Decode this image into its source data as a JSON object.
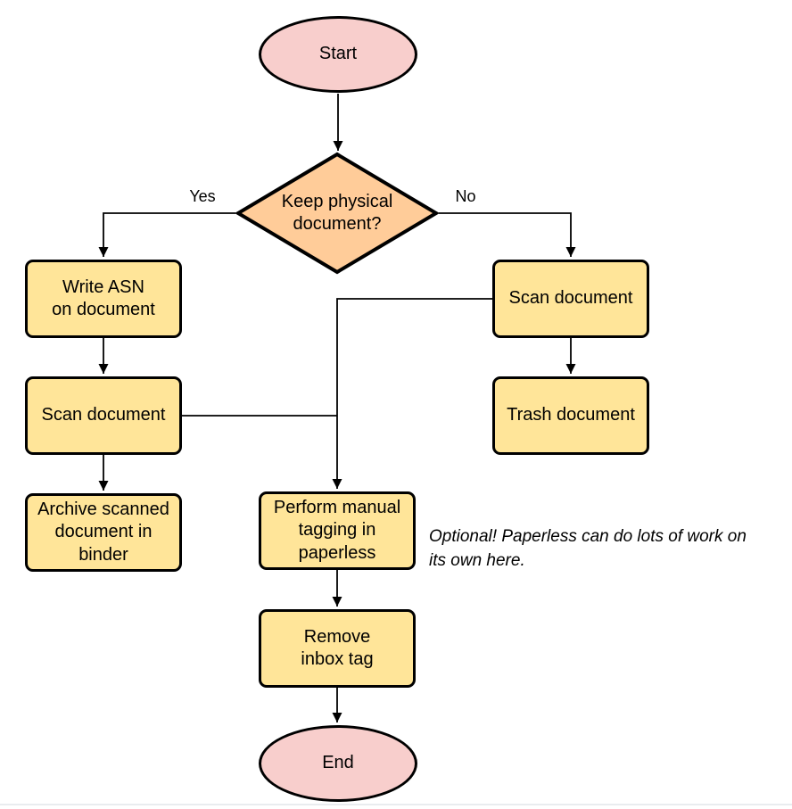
{
  "diagram": {
    "type": "flowchart",
    "background": "#ffffff",
    "colors": {
      "terminal_fill": "#f8cecc",
      "decision_fill": "#ffcc99",
      "process_fill": "#ffe599",
      "stroke": "#000000",
      "text": "#000000",
      "bottom_rule": "#e9ecef"
    },
    "nodes": {
      "start": {
        "shape": "ellipse",
        "label": "Start"
      },
      "decision": {
        "shape": "diamond",
        "label": "Keep physical\ndocument?"
      },
      "write_asn": {
        "shape": "process",
        "label": "Write ASN\non document"
      },
      "scan_left": {
        "shape": "process",
        "label": "Scan document"
      },
      "archive": {
        "shape": "process",
        "label": "Archive scanned\ndocument in\nbinder"
      },
      "scan_right": {
        "shape": "process",
        "label": "Scan document"
      },
      "trash": {
        "shape": "process",
        "label": "Trash document"
      },
      "tagging": {
        "shape": "process",
        "label": "Perform manual\ntagging in\npaperless"
      },
      "remove_inbox": {
        "shape": "process",
        "label": "Remove\ninbox tag"
      },
      "end": {
        "shape": "ellipse",
        "label": "End"
      }
    },
    "edge_labels": {
      "yes": "Yes",
      "no": "No"
    },
    "annotation": {
      "text": "Optional! Paperless can do lots of work on\nits own here."
    }
  }
}
